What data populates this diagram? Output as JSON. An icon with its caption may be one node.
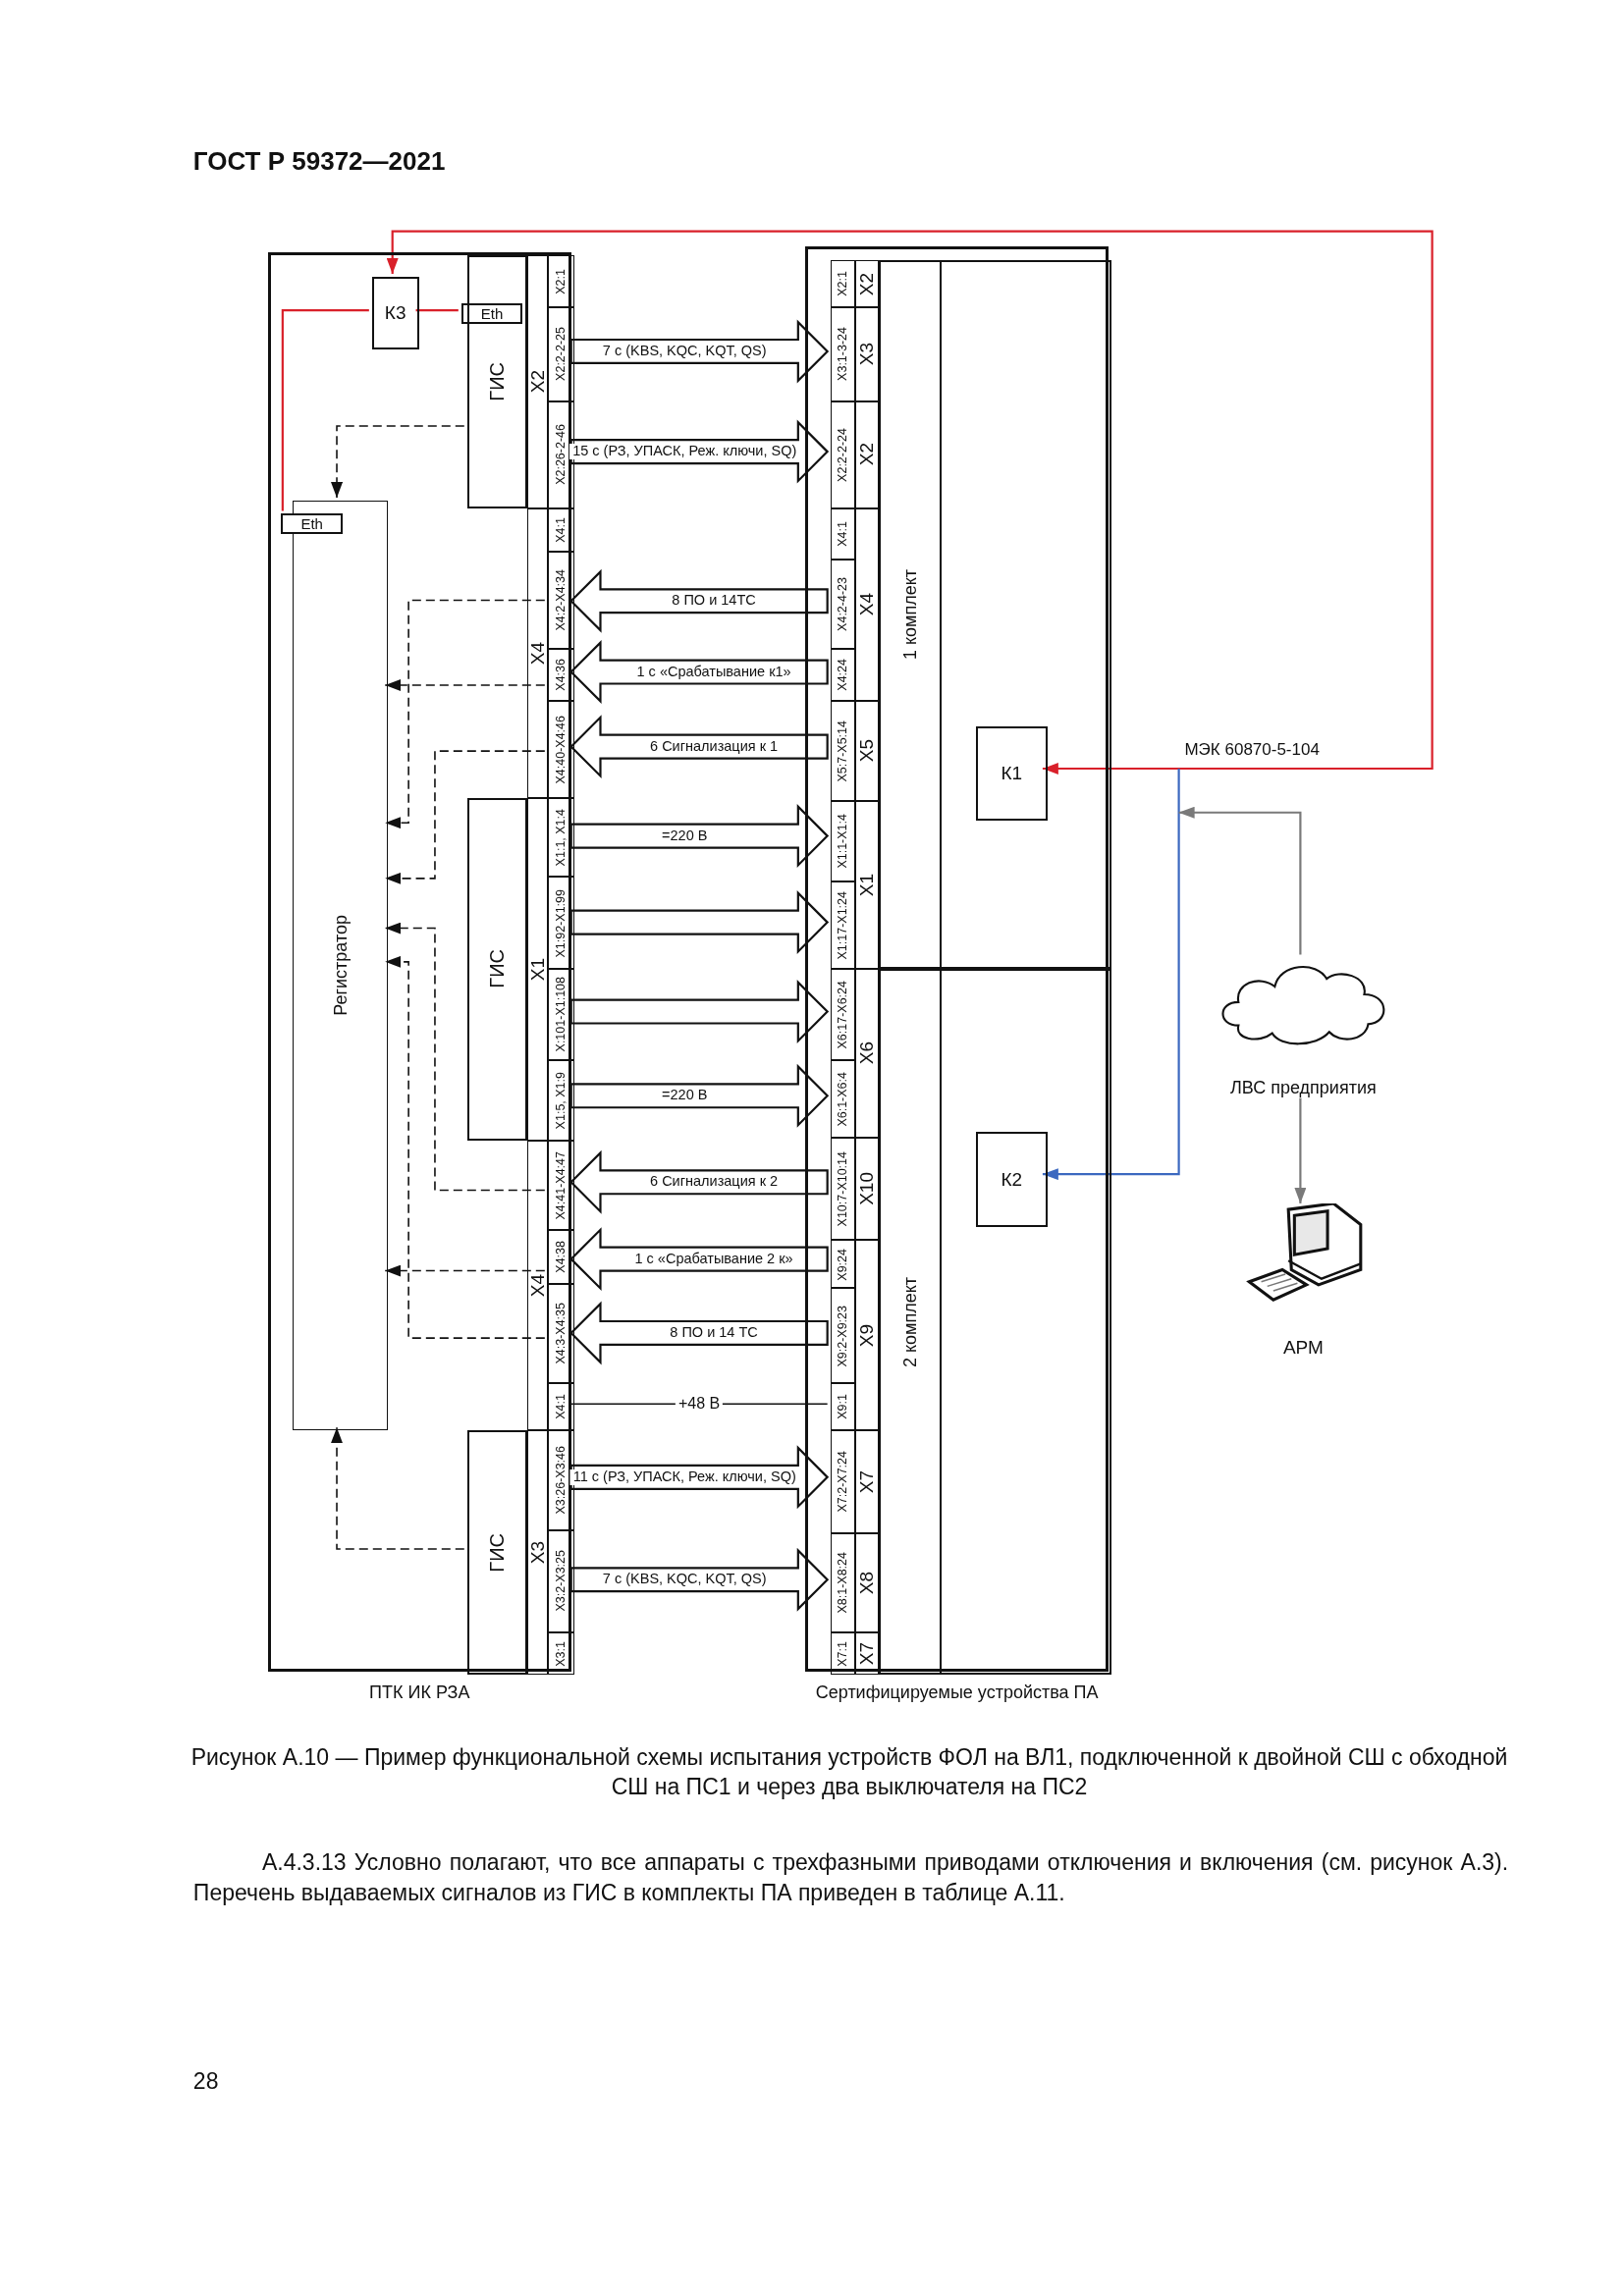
{
  "diagram": {
    "caption": "Рисунок А.10 — Пример функциональной схемы испытания устройств ФОЛ на ВЛ1, подключенной к двойной СШ с обходной СШ на ПС1 и через два выключателя на ПС2",
    "nodes": [
      {
        "text": [
          "ПТК ИК РЗА"
        ]
      },
      {
        "text": [
          "К3"
        ],
        "in": 0
      },
      {
        "text": [
          "Eth"
        ],
        "in": 0
      },
      {
        "text": [
          "ГИС"
        ],
        "in": 0
      },
      {
        "text": [
          "Регистратор"
        ],
        "in": 0
      },
      {
        "text": [
          "Eth"
        ],
        "in": 0
      },
      {
        "text": [
          "ГИС"
        ],
        "in": 0
      },
      {
        "text": [
          "ГИС"
        ],
        "in": 0
      },
      {
        "text": [
          "X2"
        ],
        "in": 0
      },
      {
        "text": [
          "X4"
        ],
        "in": 0
      },
      {
        "text": [
          "X1"
        ],
        "in": 0
      },
      {
        "text": [
          "X4"
        ],
        "in": 0
      },
      {
        "text": [
          "X3"
        ],
        "in": 0
      },
      {
        "text": [
          "X2:1"
        ],
        "in": 0
      },
      {
        "text": [
          "X2:2-2-25"
        ],
        "in": 0
      },
      {
        "text": [
          "X2:26-2-46"
        ],
        "in": 0
      },
      {
        "text": [
          "X4:1"
        ],
        "in": 0
      },
      {
        "text": [
          "X4:2-X4:34"
        ],
        "in": 0
      },
      {
        "text": [
          "X4:36"
        ],
        "in": 0
      },
      {
        "text": [
          "X4:40-X4:46"
        ],
        "in": 0
      },
      {
        "text": [
          "X1:1, X1:4"
        ],
        "in": 0
      },
      {
        "text": [
          "X1:92-X1:99"
        ],
        "in": 0
      },
      {
        "text": [
          "X:101-X1:108"
        ],
        "in": 0
      },
      {
        "text": [
          "X1:5, X1:9"
        ],
        "in": 0
      },
      {
        "text": [
          "X4:41-X4:47"
        ],
        "in": 0
      },
      {
        "text": [
          "X4:38"
        ],
        "in": 0
      },
      {
        "text": [
          "X4:3-X4:35"
        ],
        "in": 0
      },
      {
        "text": [
          "X4:1"
        ],
        "in": 0
      },
      {
        "text": [
          "X3:26-X3:46"
        ],
        "in": 0
      },
      {
        "text": [
          "X3:2-X3:25"
        ],
        "in": 0
      },
      {
        "text": [
          "X3:1"
        ],
        "in": 0
      },
      {
        "text": [
          "Сертифицируемые устройства ПА"
        ]
      },
      {
        "text": [
          "1 комплект"
        ],
        "in": 31
      },
      {
        "text": [
          "К1"
        ],
        "in": 32
      },
      {
        "text": [
          "2 комплект"
        ],
        "in": 31
      },
      {
        "text": [
          "К2"
        ],
        "in": 34
      },
      {
        "text": [
          "X2"
        ],
        "in": 31
      },
      {
        "text": [
          "X3"
        ],
        "in": 31
      },
      {
        "text": [
          "X2"
        ],
        "in": 31
      },
      {
        "text": [
          "X4"
        ],
        "in": 31
      },
      {
        "text": [
          "X5"
        ],
        "in": 31
      },
      {
        "text": [
          "X1"
        ],
        "in": 31
      },
      {
        "text": [
          "X6"
        ],
        "in": 31
      },
      {
        "text": [
          "X10"
        ],
        "in": 31
      },
      {
        "text": [
          "X9"
        ],
        "in": 31
      },
      {
        "text": [
          "X7"
        ],
        "in": 31
      },
      {
        "text": [
          "X8"
        ],
        "in": 31
      },
      {
        "text": [
          "X7"
        ],
        "in": 31
      },
      {
        "text": [
          "X2:1"
        ],
        "in": 31
      },
      {
        "text": [
          "X3:1-3-24"
        ],
        "in": 31
      },
      {
        "text": [
          "X2:2-2-24"
        ],
        "in": 31
      },
      {
        "text": [
          "X4:1"
        ],
        "in": 31
      },
      {
        "text": [
          "X4:2-4-23"
        ],
        "in": 31
      },
      {
        "text": [
          "X4:24"
        ],
        "in": 31
      },
      {
        "text": [
          "X5:7-X5:14"
        ],
        "in": 31
      },
      {
        "text": [
          "X1:1-X1:4"
        ],
        "in": 31
      },
      {
        "text": [
          "X1:17-X1:24"
        ],
        "in": 31
      },
      {
        "text": [
          "X6:17-X6:24"
        ],
        "in": 31
      },
      {
        "text": [
          "X6:1-X6:4"
        ],
        "in": 31
      },
      {
        "text": [
          "X10:7-X10:14"
        ],
        "in": 31
      },
      {
        "text": [
          "X9:24"
        ],
        "in": 31
      },
      {
        "text": [
          "X9:2-X9:23"
        ],
        "in": 31
      },
      {
        "text": [
          "X9:1"
        ],
        "in": 31
      },
      {
        "text": [
          "X7:2-X7:24"
        ],
        "in": 31
      },
      {
        "text": [
          "X8:1-X8:24"
        ],
        "in": 31
      },
      {
        "text": [
          "X7:1"
        ],
        "in": 31
      },
      {
        "text": [
          "ЛВС предприятия"
        ]
      },
      {
        "text": [
          "АРМ"
        ]
      }
    ],
    "edges": [
      {
        "from": 14,
        "to": 49,
        "arrow": "to",
        "label": "7 с (KBS, KQC, KQT, QS)"
      },
      {
        "from": 15,
        "to": 50,
        "arrow": "to",
        "label": "15 с (РЗ, УПАСК, Реж. ключи, SQ)"
      },
      {
        "from": 52,
        "to": 17,
        "arrow": "to",
        "label": "8 ПО и 14ТС"
      },
      {
        "from": 53,
        "to": 18,
        "arrow": "to",
        "label": "1 с «Срабатывание к1»"
      },
      {
        "from": 54,
        "to": 19,
        "arrow": "to",
        "label": "6 Сигнализация к 1"
      },
      {
        "from": 20,
        "to": 55,
        "arrow": "to",
        "label": "=220 В"
      },
      {
        "from": 21,
        "to": 56,
        "arrow": "to"
      },
      {
        "from": 22,
        "to": 57,
        "arrow": "to"
      },
      {
        "from": 23,
        "to": 58,
        "arrow": "to",
        "label": "=220 В"
      },
      {
        "from": 59,
        "to": 24,
        "arrow": "to",
        "label": "6 Сигнализация к 2"
      },
      {
        "from": 60,
        "to": 25,
        "arrow": "to",
        "label": "1 с «Срабатывание 2 к»"
      },
      {
        "from": 61,
        "to": 26,
        "arrow": "to",
        "label": "8 ПО и 14 ТС"
      },
      {
        "from": 27,
        "to": 62,
        "arrow": "none",
        "label": "+48 В"
      },
      {
        "from": 28,
        "to": 63,
        "arrow": "to",
        "label": "11 с (РЗ, УПАСК, Реж. ключи, SQ)"
      },
      {
        "from": 29,
        "to": 64,
        "arrow": "to",
        "label": "7 с (KBS, KQC, KQT, QS)"
      },
      {
        "from": 3,
        "to": 4,
        "arrow": "to",
        "style": "dashed"
      },
      {
        "from": 17,
        "to": 4,
        "arrow": "to",
        "style": "dashed"
      },
      {
        "from": 18,
        "to": 4,
        "arrow": "to",
        "style": "dashed"
      },
      {
        "from": 19,
        "to": 4,
        "arrow": "to",
        "style": "dashed"
      },
      {
        "from": 24,
        "to": 4,
        "arrow": "to",
        "style": "dashed"
      },
      {
        "from": 25,
        "to": 4,
        "arrow": "to",
        "style": "dashed"
      },
      {
        "from": 26,
        "to": 4,
        "arrow": "to",
        "style": "dashed"
      },
      {
        "from": 7,
        "to": 4,
        "arrow": "to",
        "style": "dashed"
      },
      {
        "from": 1,
        "to": 2,
        "arrow": "none",
        "color": "#d9202a"
      },
      {
        "from": 1,
        "to": 5,
        "arrow": "none",
        "color": "#d9202a"
      },
      {
        "from": 1,
        "to": 33,
        "arrow": "both",
        "color": "#d9202a",
        "label": "МЭК 60870-5-104"
      },
      {
        "from": null,
        "to": 35,
        "arrow": "to",
        "color": "#3b68c0"
      },
      {
        "from": 66,
        "to": null,
        "arrow": "to",
        "color": "#7a7a7a"
      },
      {
        "from": 66,
        "to": 67,
        "arrow": "to",
        "color": "#7a7a7a"
      }
    ],
    "labels": [
      "ГОСТ Р 59372—2021",
      "А.4.3.13 Условно полагают, что все аппараты с трехфазными приводами отключения и включения (см. рисунок А.3). Перечень выдаваемых сигналов из ГИС в комплекты ПА приведен в таблице А.11.",
      "28"
    ]
  }
}
